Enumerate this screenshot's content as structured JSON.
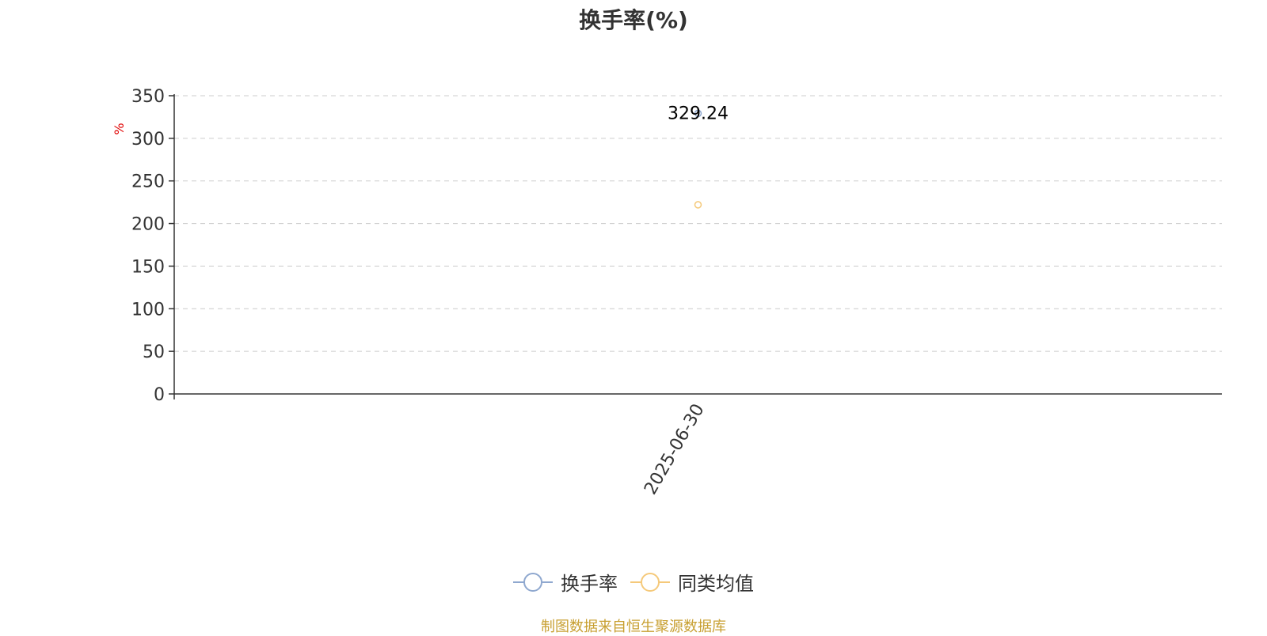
{
  "chart_data": {
    "type": "scatter",
    "title": "换手率(%)",
    "ylabel": "%",
    "xlabel": "",
    "categories": [
      "2025-06-30"
    ],
    "ylim": [
      0,
      350
    ],
    "yticks": [
      0,
      50,
      100,
      150,
      200,
      250,
      300,
      350
    ],
    "grid": true,
    "legend_position": "bottom",
    "series": [
      {
        "name": "换手率",
        "values": [
          329.24
        ],
        "color": "#8fa8cf",
        "data_labels": [
          "329.24"
        ]
      },
      {
        "name": "同类均值",
        "values": [
          222
        ],
        "color": "#f5c97a"
      }
    ]
  },
  "source_note": "制图数据来自恒生聚源数据库"
}
